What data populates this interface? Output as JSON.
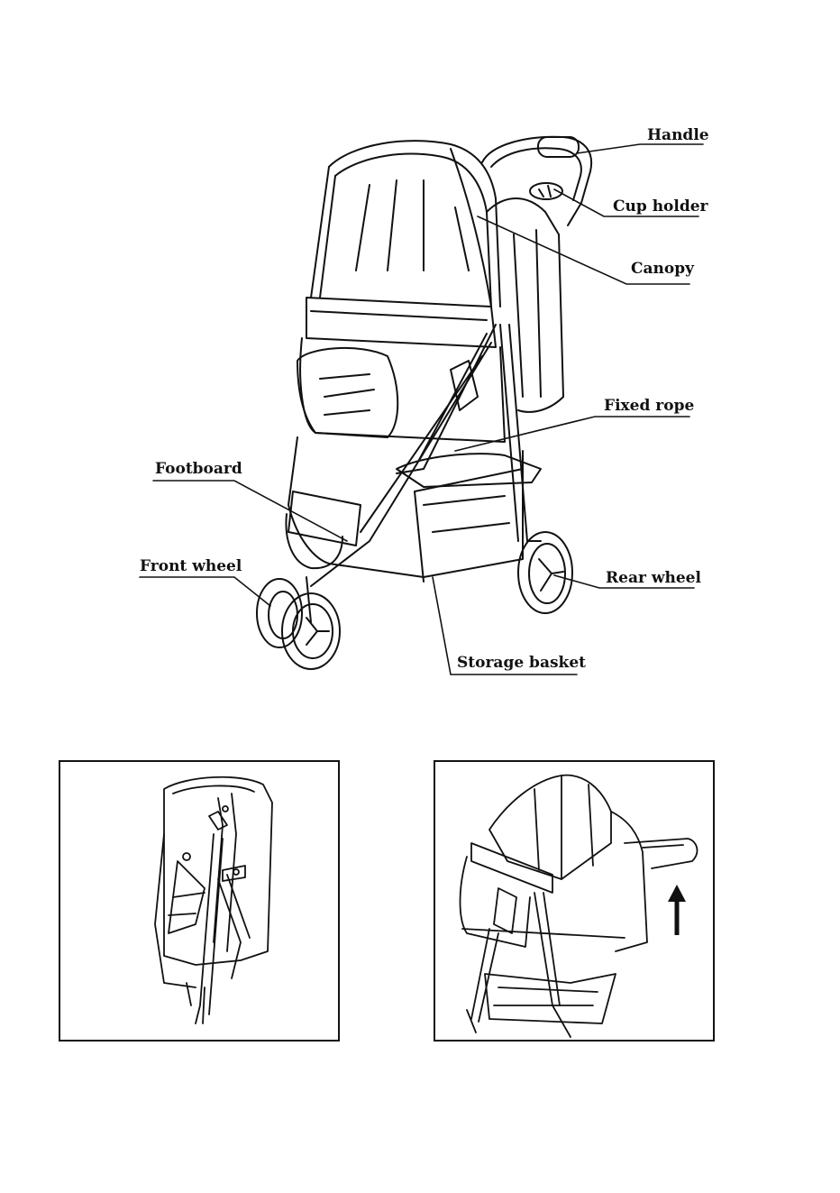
{
  "diagram": {
    "labels": {
      "handle": "Handle",
      "cup_holder": "Cup holder",
      "canopy": "Canopy",
      "fixed_rope": "Fixed rope",
      "footboard": "Footboard",
      "front_wheel": "Front wheel",
      "rear_wheel": "Rear wheel",
      "storage_basket": "Storage basket"
    }
  },
  "colors": {
    "ink": "#111111",
    "paper": "#ffffff"
  },
  "icons": {
    "unfold_direction": "arrow-up-icon"
  }
}
